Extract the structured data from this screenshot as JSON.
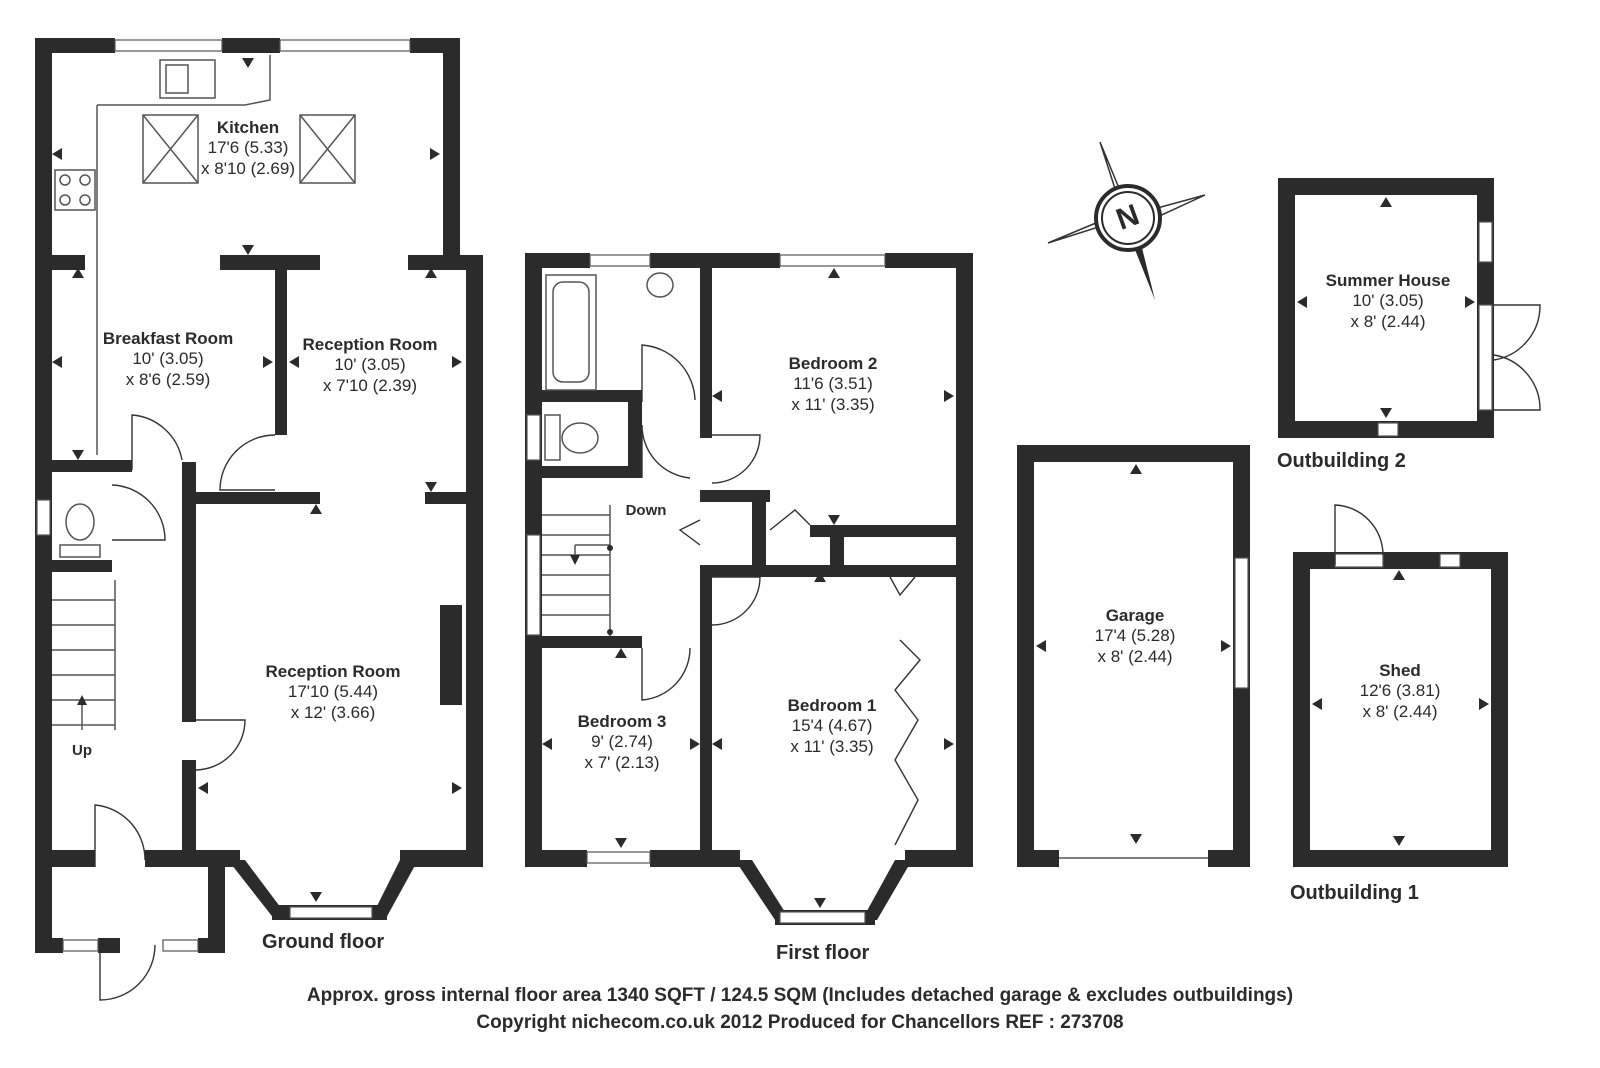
{
  "rooms": {
    "kitchen": {
      "name": "Kitchen",
      "dim1": "17'6 (5.33)",
      "dim2": "x 8'10 (2.69)"
    },
    "breakfast": {
      "name": "Breakfast Room",
      "dim1": "10' (3.05)",
      "dim2": "x 8'6 (2.59)"
    },
    "reception_small": {
      "name": "Reception Room",
      "dim1": "10' (3.05)",
      "dim2": "x 7'10 (2.39)"
    },
    "reception_large": {
      "name": "Reception Room",
      "dim1": "17'10 (5.44)",
      "dim2": "x 12' (3.66)"
    },
    "bedroom2": {
      "name": "Bedroom 2",
      "dim1": "11'6 (3.51)",
      "dim2": "x 11' (3.35)"
    },
    "bedroom3": {
      "name": "Bedroom 3",
      "dim1": "9' (2.74)",
      "dim2": "x 7' (2.13)"
    },
    "bedroom1": {
      "name": "Bedroom 1",
      "dim1": "15'4 (4.67)",
      "dim2": "x 11' (3.35)"
    },
    "garage": {
      "name": "Garage",
      "dim1": "17'4 (5.28)",
      "dim2": "x 8' (2.44)"
    },
    "summer_house": {
      "name": "Summer House",
      "dim1": "10' (3.05)",
      "dim2": "x 8' (2.44)"
    },
    "shed": {
      "name": "Shed",
      "dim1": "12'6 (3.81)",
      "dim2": "x 8' (2.44)"
    }
  },
  "stairs": {
    "up": "Up",
    "down": "Down"
  },
  "floors": {
    "ground": "Ground floor",
    "first": "First floor",
    "outbuilding1": "Outbuilding 1",
    "outbuilding2": "Outbuilding 2"
  },
  "compass": {
    "letter": "N"
  },
  "footer": {
    "area": "Approx. gross internal floor area 1340 SQFT / 124.5 SQM (Includes detached garage & excludes outbuildings)",
    "copyright": "Copyright nichecom.co.uk 2012 Produced for Chancellors REF : 273708"
  }
}
